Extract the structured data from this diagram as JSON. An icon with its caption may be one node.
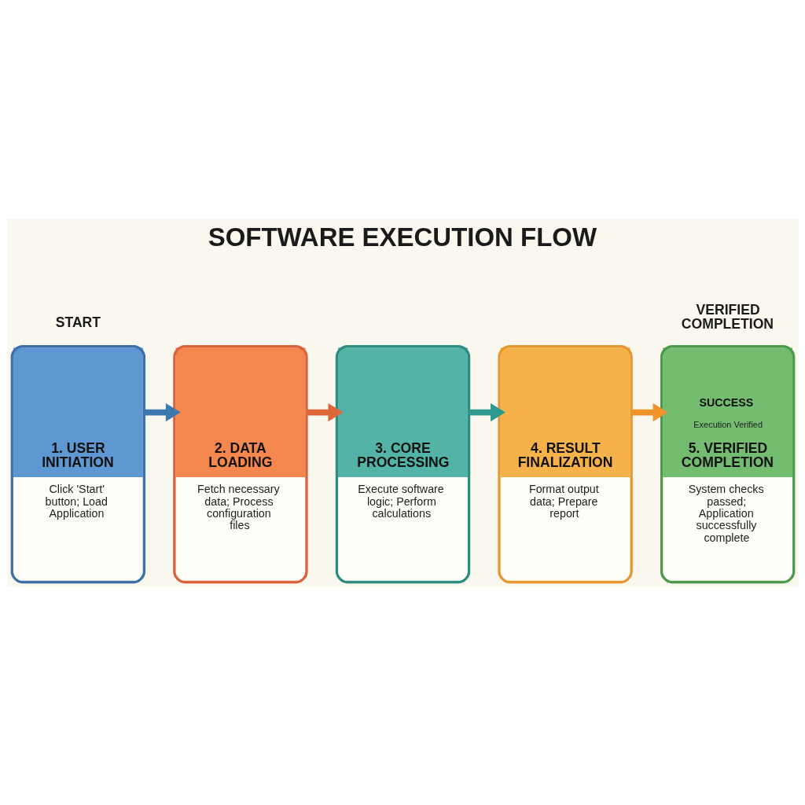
{
  "diagram": {
    "title": "SOFTWARE EXECUTION FLOW",
    "nodes": [
      {
        "text": [
          "1. USER INITIATION",
          "Click 'Start' button; Load Application"
        ],
        "beside": [
          "START"
        ]
      },
      {
        "text": [
          "2. DATA LOADING",
          "Fetch necessary data; Process configuration files"
        ]
      },
      {
        "text": [
          "3. CORE PROCESSING",
          "Execute software logic; Perform calculations"
        ]
      },
      {
        "text": [
          "4. RESULT FINALIZATION",
          "Format output data; Prepare report"
        ]
      },
      {
        "text": [
          "SUCCESS",
          "Execution Verified",
          "5. VERIFIED COMPLETION",
          "System checks passed; Application successfully complete"
        ],
        "beside": [
          "VERIFIED COMPLETION"
        ]
      }
    ],
    "edges": [
      {
        "from": 0,
        "to": 1,
        "arrow": "to",
        "color": "#3d78b0"
      },
      {
        "from": 1,
        "to": 2,
        "arrow": "to",
        "color": "#e0663a"
      },
      {
        "from": 2,
        "to": 3,
        "arrow": "to",
        "color": "#2e9a8f"
      },
      {
        "from": 3,
        "to": 4,
        "arrow": "to",
        "color": "#f0932b"
      }
    ]
  }
}
